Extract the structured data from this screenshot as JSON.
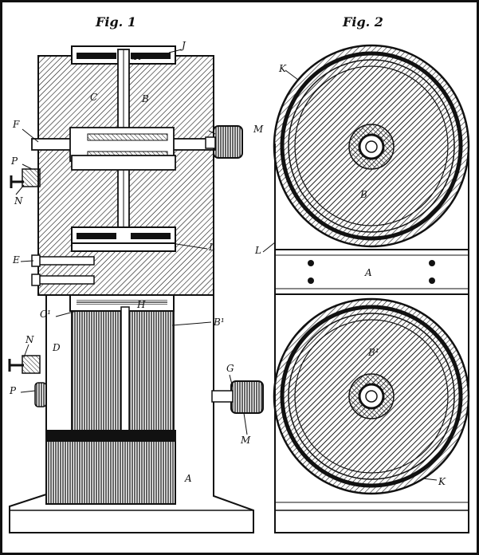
{
  "figures": {
    "fig1_title": "Fig. 1",
    "fig2_title": "Fig. 2"
  },
  "fig1_labels": {
    "J": "J",
    "K": "K",
    "C": "C",
    "B": "B",
    "F": "F",
    "M": "M",
    "P_top": "P",
    "N_top": "N",
    "L": "L",
    "E": "E",
    "C1": "C¹",
    "H": "H",
    "B1": "B¹",
    "N_bottom": "N",
    "D": "D",
    "P_bottom": "P",
    "G": "G",
    "M_bottom": "M",
    "A": "A"
  },
  "fig2_labels": {
    "K_top": "K",
    "B": "B",
    "L_left": "L",
    "A": "A",
    "B1": "B¹",
    "K_bottom": "K"
  },
  "colors": {
    "ink": "#111111",
    "paper": "#ffffff"
  }
}
